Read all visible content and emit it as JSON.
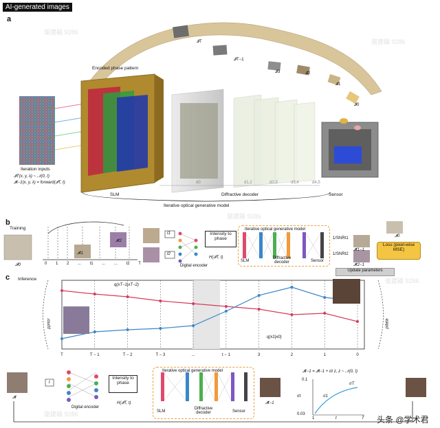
{
  "header_tag": "AI-generated images",
  "watermarks": [
    "驱建磁 9286",
    "驱建磁 9286",
    "驱建磁 9286",
    "驱建磁 9286",
    "驱建磁 9286"
  ],
  "panel_a": {
    "label": "a",
    "encoded_phase_pattern": "Encoded phase pattern",
    "iteration_inputs": "Iteration inputs",
    "eq1": "𝓘T(x, y, λ) ~ 𝒩(0, I)",
    "eq2": "𝓘t−1(x, y, λ) = forward(𝓘T, t)",
    "slm": "SLM",
    "diffractive_decoder": "Diffractive decoder",
    "sensor": "Sensor",
    "model": "Iterative optical generative model",
    "distances": [
      "d0",
      "d1,2",
      "d2,3",
      "d3,4",
      "d4,5"
    ],
    "curve_labels": [
      "𝓘T",
      "𝓘T−1",
      "𝓘3",
      "𝓘2",
      "𝓘1",
      "𝓘0"
    ]
  },
  "panel_b": {
    "label": "b",
    "training": "Training",
    "i0": "𝓘0",
    "axis_ticks": [
      "0",
      "1",
      "2",
      "...",
      "t1",
      "...",
      "...",
      "t2",
      "T"
    ],
    "it1": "𝓘t1",
    "it2": "𝓘t2",
    "t1": "t1",
    "t2": "t2",
    "intensity_to_phase": "Intensity to phase",
    "h": "H(𝓘T, t)",
    "digital_encoder": "Digital encoder",
    "model_title": "Iterative optical generative model",
    "slm": "SLM",
    "diffractive_decoder": "Diffractive decoder",
    "sensor": "Sensor",
    "snr1": "1/SNRt1",
    "snr2": "1/SNRt2",
    "hat1": "𝓘̂t1−1",
    "hat2": "𝓘̂t2−1",
    "i0_right": "𝓘0",
    "loss": "Loss (pixel-wise MSE)",
    "update": "Update parameters"
  },
  "panel_c": {
    "label": "c",
    "inference": "Inference",
    "p_prior": "pprior",
    "p_data": "pdata",
    "q_top": "q(xT−1|xT−2)",
    "q_bottom": "q(x1|x0)",
    "x_ticks": [
      "T",
      "T − 1",
      "T − 2",
      "T − 3",
      "...",
      "t − 1",
      "3",
      "2",
      "1",
      "0"
    ],
    "t_box": "t",
    "it": "𝓘t",
    "digital_encoder": "Digital encoder",
    "intensity_to_phase": "Intensity to phase",
    "h": "H(𝓘T, t)",
    "model_title": "Iterative optical generative model",
    "slm": "SLM",
    "diffractive_decoder": "Diffractive decoder",
    "sensor": "Sensor",
    "it_hat": "𝓘̂t−1",
    "formula": "𝓘t−1 = 𝓘̂t−1 + σt z, z ~ 𝒩(0, I)",
    "sigma_t": "σt",
    "sigma1": "σ1",
    "sigmaT": "σT",
    "y_top": "0.1",
    "y_bottom": "0.03",
    "x_left": "1",
    "x_mid": "t",
    "x_right": "T"
  },
  "brand": "头条 @学术君",
  "colors": {
    "orange_dash": "#e8a23a",
    "loss_fill": "#f4c542",
    "series_red": "#d63a5a",
    "series_blue": "#3a86c9",
    "ribbon": "#d9c59a"
  },
  "inference_chart": {
    "red_series": [
      0.85,
      0.8,
      0.76,
      0.7,
      0.66,
      0.62,
      0.58,
      0.5,
      0.52,
      0.4
    ],
    "blue_series": [
      0.15,
      0.25,
      0.28,
      0.3,
      0.34,
      0.55,
      0.78,
      0.9,
      0.75,
      0.7
    ]
  }
}
